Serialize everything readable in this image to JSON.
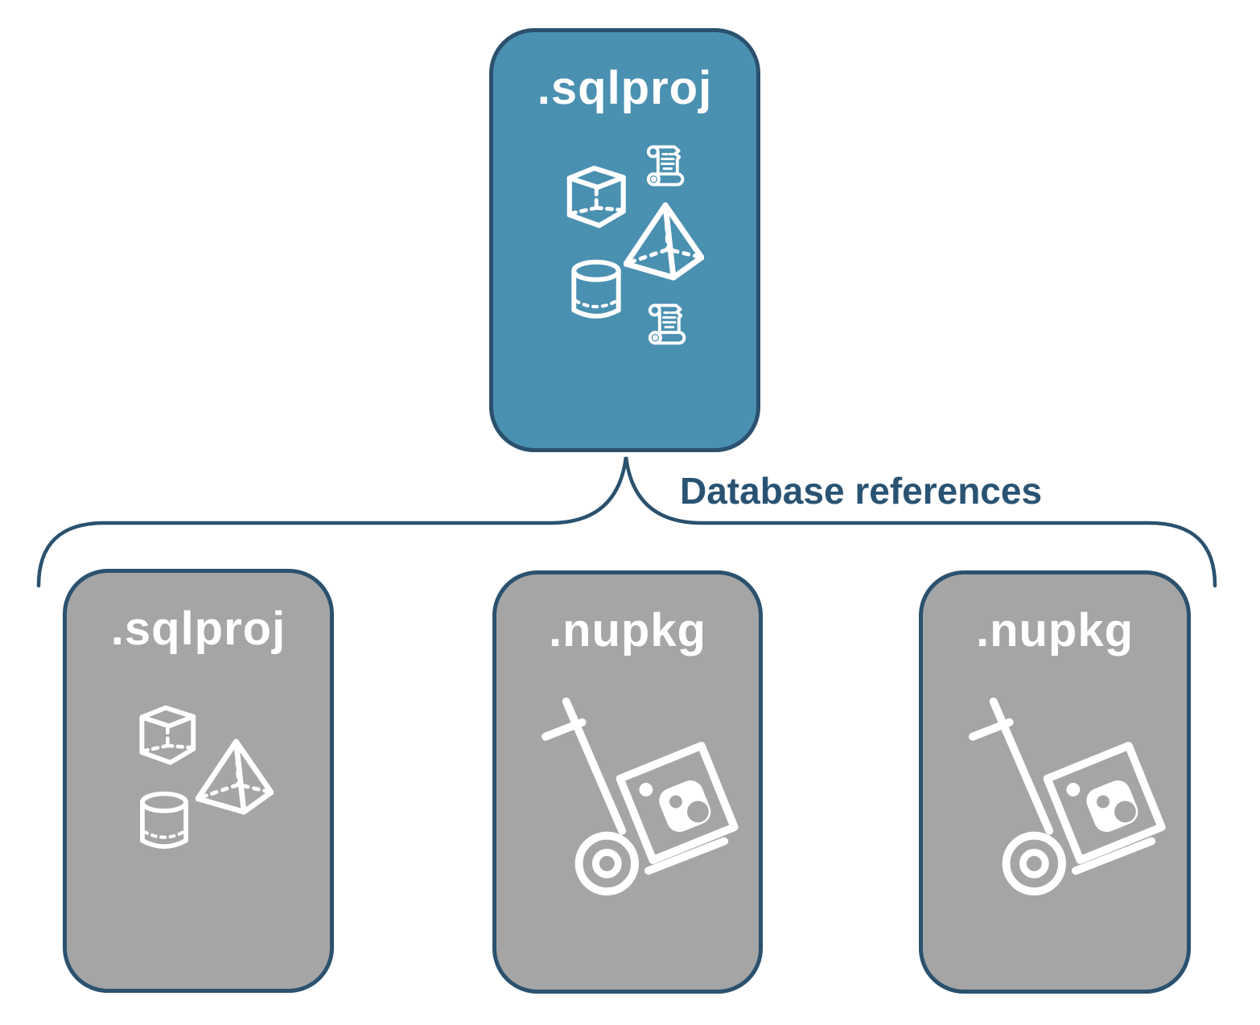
{
  "diagram": {
    "root": {
      "label": ".sqlproj",
      "icons": [
        "cube-icon",
        "scroll-icon",
        "pyramid-icon",
        "cylinder-icon",
        "scroll-icon"
      ]
    },
    "connector_label": "Database references",
    "references": [
      {
        "label": ".sqlproj",
        "type": "sqlproj-project",
        "icons": [
          "cube-icon",
          "pyramid-icon",
          "cylinder-icon"
        ]
      },
      {
        "label": ".nupkg",
        "type": "nuget-package",
        "icons": [
          "nuget-handtruck-icon"
        ]
      },
      {
        "label": ".nupkg",
        "type": "nuget-package",
        "icons": [
          "nuget-handtruck-icon"
        ]
      }
    ]
  },
  "colors": {
    "accent_blue": "#4A90B1",
    "card_gray": "#A5A5A5",
    "outline_dark_blue": "#2B516E",
    "connector_text_blue": "#2A5373",
    "label_white": "#FFFFFF"
  }
}
